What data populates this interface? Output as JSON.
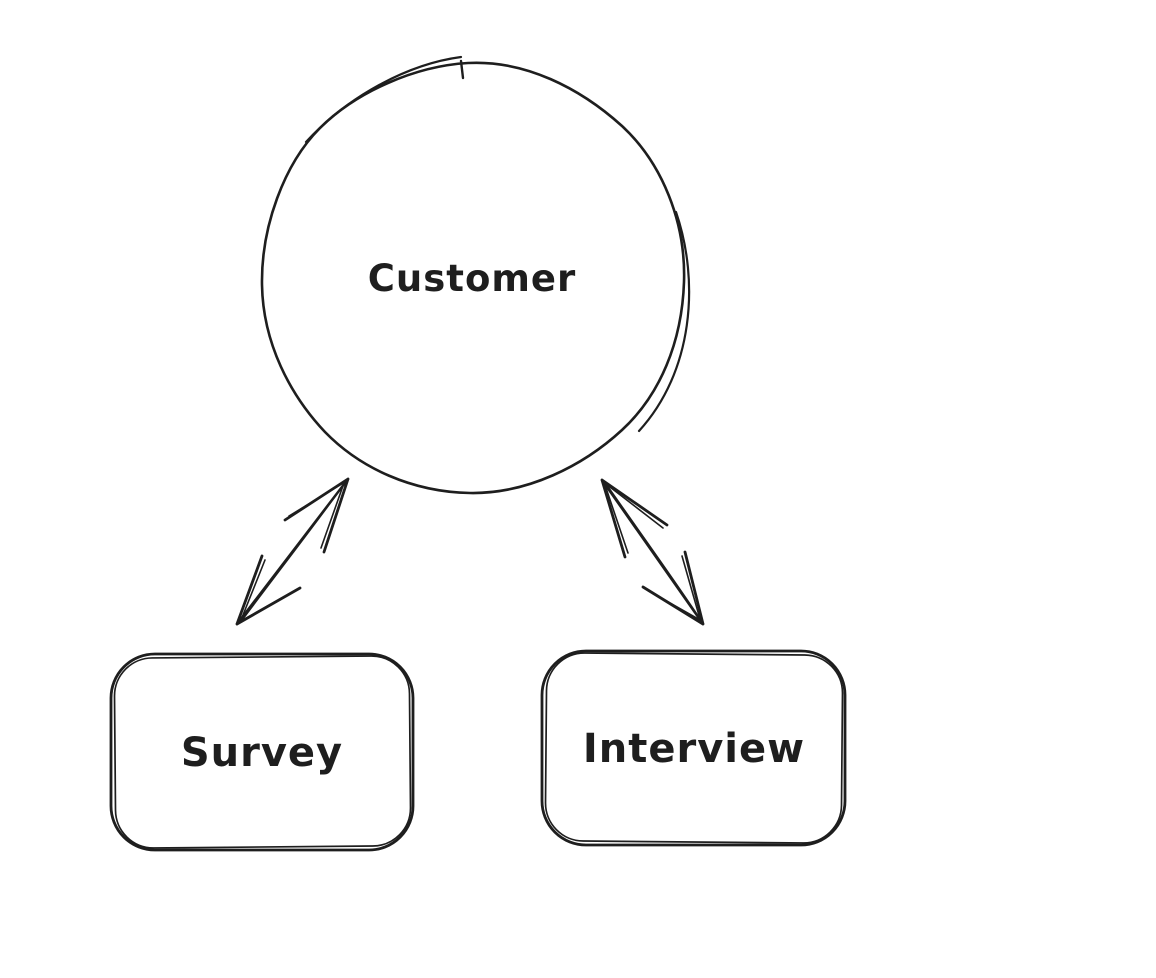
{
  "colors": {
    "background": "#ffffff",
    "ink": "#1e1e1e",
    "green_fill": "#b2f2bb",
    "blue_fill": "#a5d8ff"
  },
  "diagram": {
    "nodes": [
      {
        "id": "customer",
        "label": "Customer",
        "shape": "ellipse",
        "fill_style": "hachure",
        "fill": "#b2f2bb"
      },
      {
        "id": "survey",
        "label": "Survey",
        "shape": "rounded-rectangle",
        "fill_style": "hachure",
        "fill": "#a5d8ff"
      },
      {
        "id": "interview",
        "label": "Interview",
        "shape": "rounded-rectangle",
        "fill_style": "hachure",
        "fill": "#a5d8ff"
      }
    ],
    "edges": [
      {
        "id": "customer-survey",
        "type": "double-headed-arrow",
        "from": "Customer",
        "to": "Survey"
      },
      {
        "id": "customer-interview",
        "type": "double-headed-arrow",
        "from": "Customer",
        "to": "Interview"
      }
    ]
  }
}
